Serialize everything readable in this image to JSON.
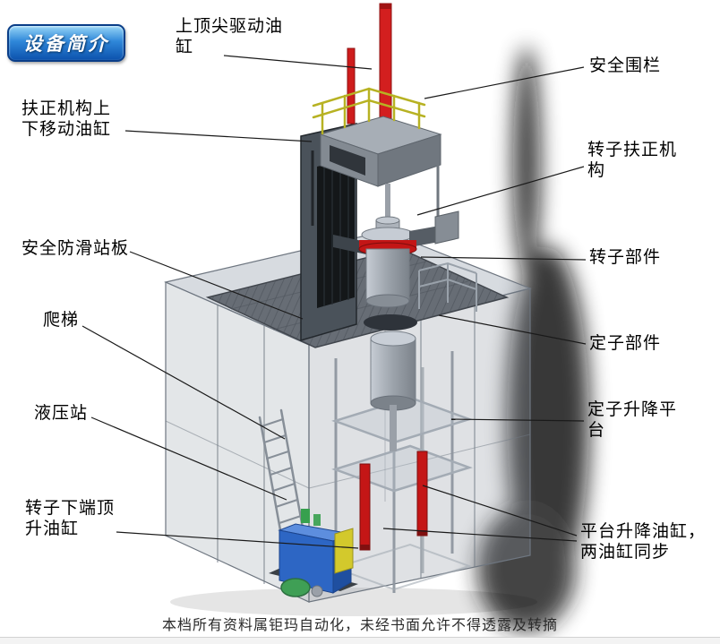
{
  "badge": {
    "label": "设备简介"
  },
  "footer": {
    "text": "本档所有资料属钜玛自动化，未经书面允许不得透露及转摘"
  },
  "labels": [
    {
      "id": "top-drive-cylinder",
      "text": "上顶尖驱动油\n缸"
    },
    {
      "id": "safety-fence",
      "text": "安全围栏"
    },
    {
      "id": "centering-updown-cylinder",
      "text": "扶正机构上\n下移动油缸"
    },
    {
      "id": "rotor-centering-mechanism",
      "text": "转子扶正机\n构"
    },
    {
      "id": "antislip-board",
      "text": "安全防滑站板"
    },
    {
      "id": "rotor-part",
      "text": "转子部件"
    },
    {
      "id": "ladder",
      "text": "爬梯"
    },
    {
      "id": "stator-part",
      "text": "定子部件"
    },
    {
      "id": "hydraulic-station",
      "text": "液压站"
    },
    {
      "id": "stator-lift-platform",
      "text": "定子升降平\n台"
    },
    {
      "id": "rotor-bottom-jack-cylinder",
      "text": "转子下端顶\n升油缸"
    },
    {
      "id": "platform-lift-cylinders",
      "text": "平台升降油缸，\n两油缸同步"
    }
  ],
  "colors": {
    "badge_blue_top": "#96d6f7",
    "badge_blue_bottom": "#0c52ad",
    "label_text": "#000000",
    "leader_line": "#1a1a1a",
    "cylinder_red": "#cf1d1d",
    "railing_yellow": "#b7b223",
    "hydraulic_blue": "#2d66c4",
    "frame_gray": "#9aa1a9"
  }
}
